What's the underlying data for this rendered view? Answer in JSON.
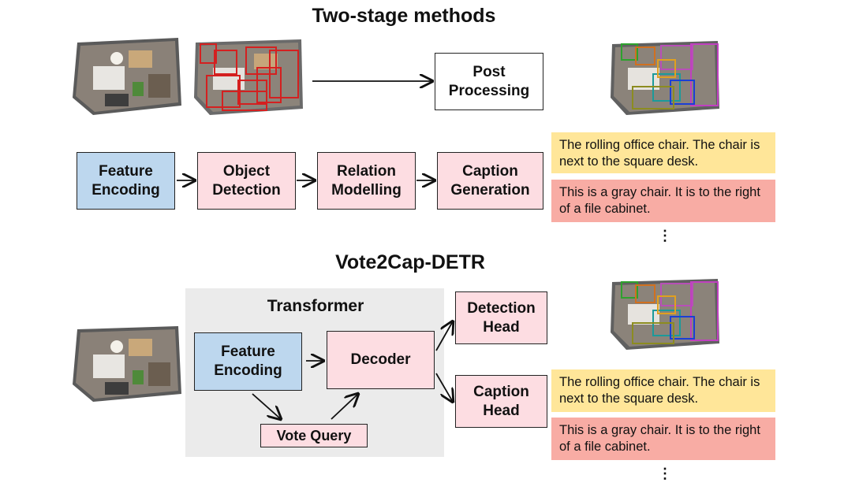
{
  "two_stage": {
    "title": "Two-stage methods",
    "post_processing": "Post\nProcessing",
    "pipeline": [
      {
        "label": "Feature\nEncoding",
        "color": "#bdd7ee"
      },
      {
        "label": "Object\nDetection",
        "color": "#fddde2"
      },
      {
        "label": "Relation\nModelling",
        "color": "#fddde2"
      },
      {
        "label": "Caption\nGeneration",
        "color": "#fddde2"
      }
    ],
    "captions": [
      {
        "text": "The rolling office chair. The chair is next to the square desk.",
        "color": "#ffe699"
      },
      {
        "text": "This is a gray chair. It is to the right of a file cabinet.",
        "color": "#f8aca4"
      }
    ],
    "ellipsis": "⋮"
  },
  "vote2cap": {
    "title": "Vote2Cap-DETR",
    "transformer_label": "Transformer",
    "feature_encoding": "Feature\nEncoding",
    "decoder": "Decoder",
    "vote_query": "Vote Query",
    "detection_head": "Detection\nHead",
    "caption_head": "Caption\nHead",
    "captions": [
      {
        "text": "The rolling office chair. The chair is next to the square desk.",
        "color": "#ffe699"
      },
      {
        "text": "This is a gray chair. It is to the right of a file cabinet.",
        "color": "#f8aca4"
      }
    ],
    "ellipsis": "⋮"
  },
  "colors": {
    "encoder_blue": "#bdd7ee",
    "module_pink": "#fddde2",
    "transformer_gray": "#ebebeb",
    "caption_yellow": "#ffe699",
    "caption_salmon": "#f8aca4",
    "detection_red": "#d42020"
  }
}
